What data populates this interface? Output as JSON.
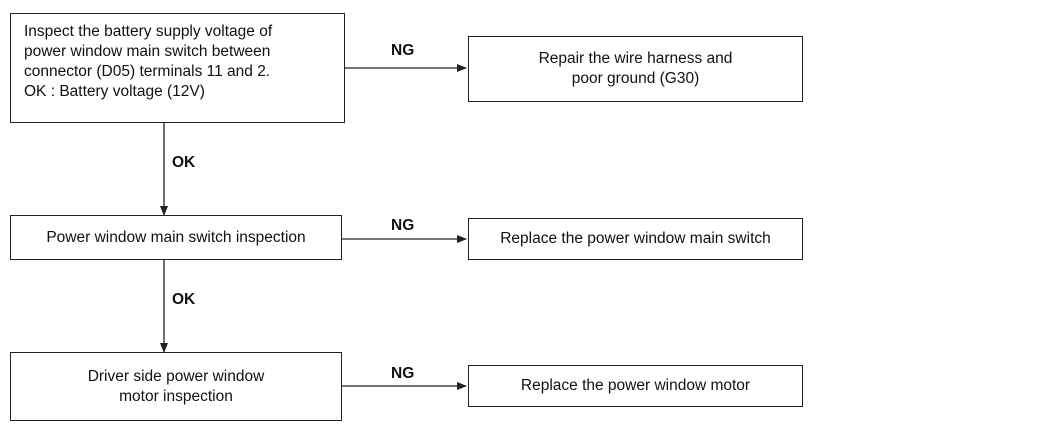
{
  "steps": [
    {
      "text": "Inspect the battery supply voltage of\npower window main switch between\nconnector (D05) terminals 11 and 2.\nOK : Battery voltage (12V)",
      "ng_label": "NG",
      "ng_action": "Repair the wire harness and\npoor ground (G30)",
      "ok_label": "OK"
    },
    {
      "text": "Power window main switch inspection",
      "ng_label": "NG",
      "ng_action": "Replace the power window main switch",
      "ok_label": "OK"
    },
    {
      "text": "Driver side power window\nmotor  inspection",
      "ng_label": "NG",
      "ng_action": "Replace the power window motor"
    }
  ]
}
